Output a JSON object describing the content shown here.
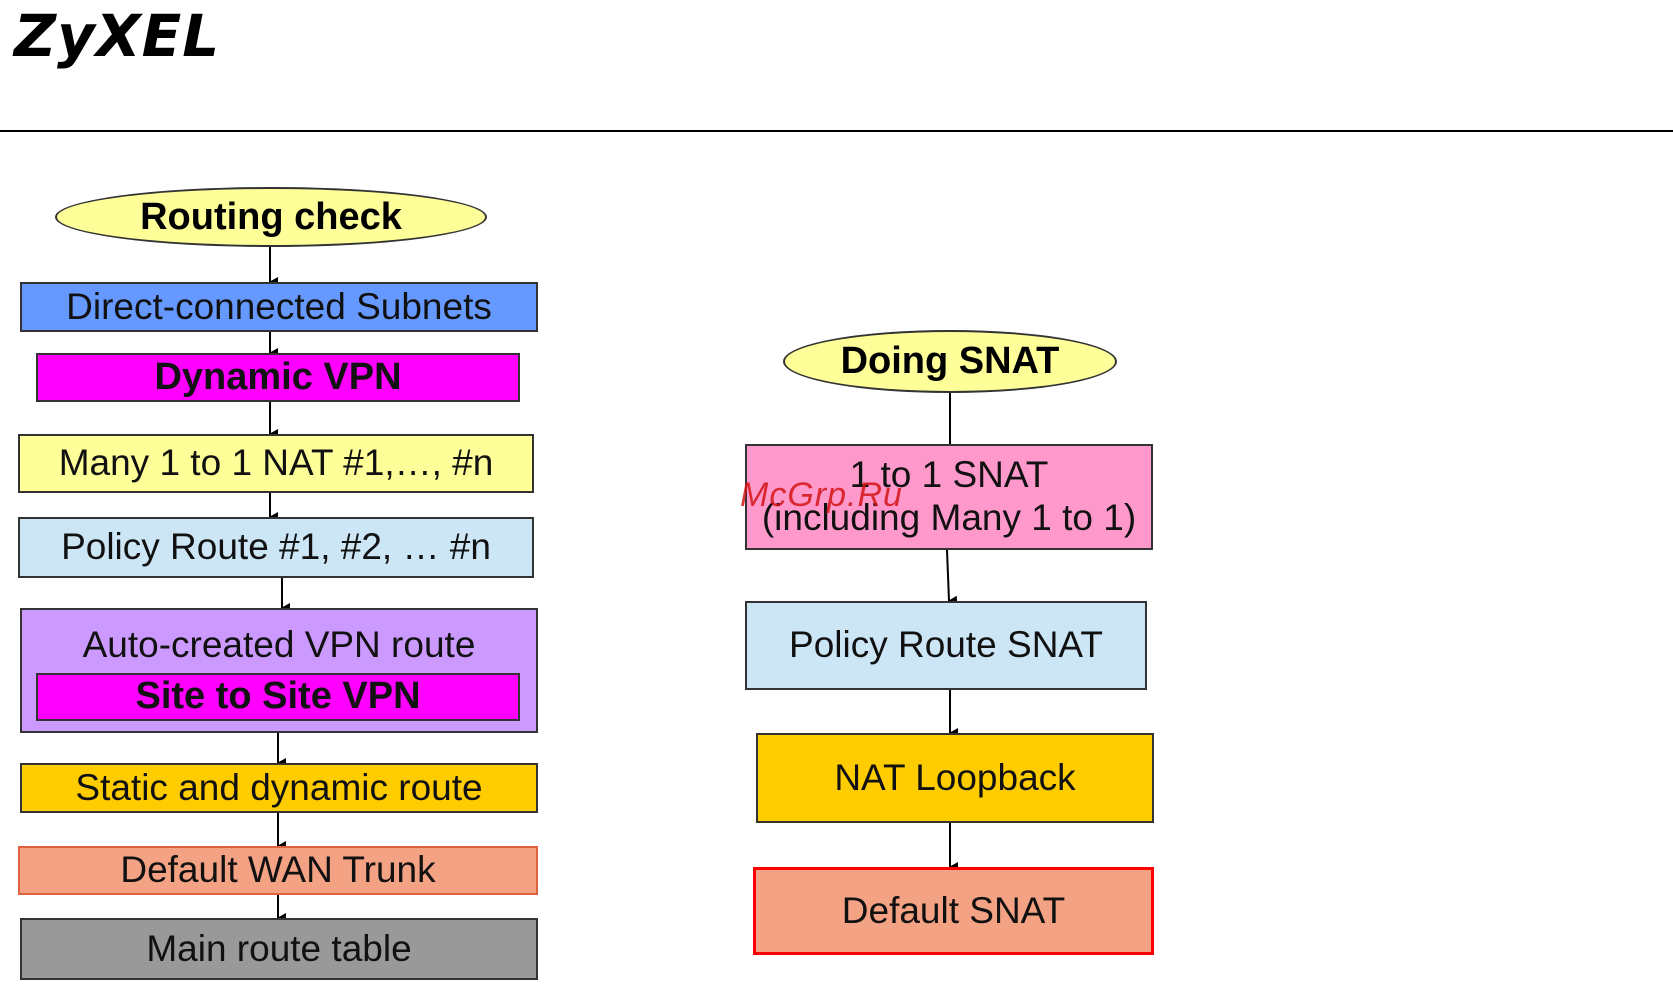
{
  "header": {
    "logo": "ZyXEL"
  },
  "left_flow": {
    "start": "Routing check",
    "steps": [
      "Direct-connected Subnets",
      "Dynamic VPN",
      "Many 1 to 1 NAT #1,…, #n",
      "Policy Route #1, #2, … #n",
      "Auto-created VPN route",
      "Site to Site VPN",
      "Static and dynamic route",
      "Default WAN Trunk",
      "Main route table"
    ]
  },
  "right_flow": {
    "start": "Doing SNAT",
    "steps": [
      "1 to 1 SNAT",
      "(including Many 1 to 1)",
      "Policy Route SNAT",
      "NAT Loopback",
      "Default SNAT"
    ]
  },
  "watermark": "McGrp.Ru",
  "colors": {
    "oval_fill": "#ffff99",
    "blue": "#6699ff",
    "magenta": "#ff00ff",
    "light_yellow": "#ffff99",
    "light_blue": "#cce6f6",
    "lavender": "#cc99ff",
    "orange": "#ffcc00",
    "salmon": "#f4a284",
    "gray": "#999999",
    "pink": "#ff99cc",
    "red_border": "#ff0000"
  }
}
